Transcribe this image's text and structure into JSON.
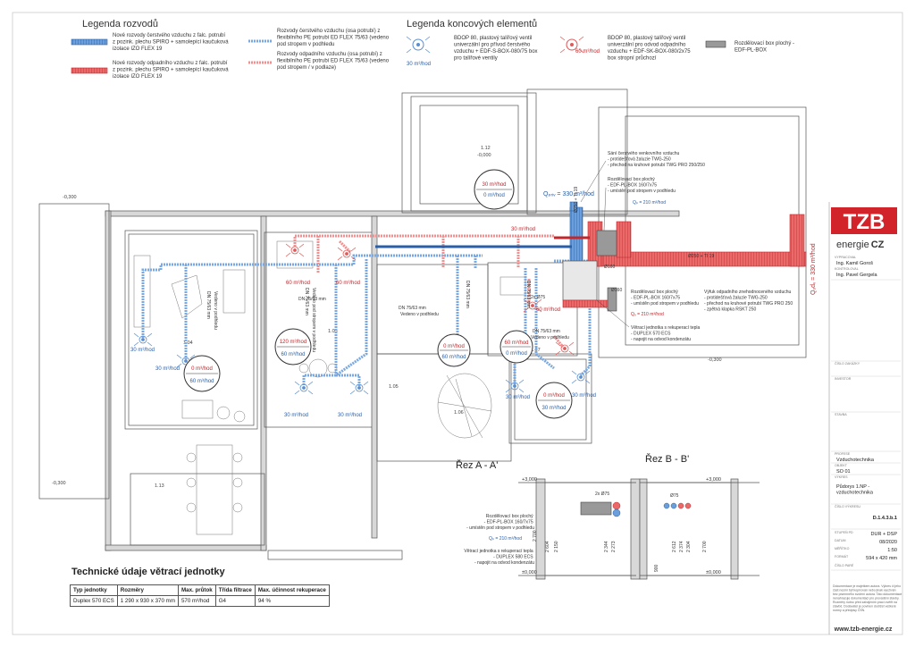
{
  "legend_distribution": {
    "title": "Legenda rozvodů",
    "items": [
      {
        "lines": [
          "Nové rozvody čerstvého vzduchu z falc. potrubí",
          "z pozink. plechu SPIRO + samolepící kaučuková",
          "izolace IZO FLEX 19"
        ]
      },
      {
        "lines": [
          "Nové rozvody odpadního vzduchu z falc. potrubí",
          "z pozink. plechu SPIRO + samolepící kaučuková",
          "izolace IZO FLEX 19"
        ]
      },
      {
        "lines": [
          "Rozvody čerstvého vzduchu (osa potrubí) z",
          "flexibilního PE potrubí ED FLEX 75/63 (vedeno",
          "pod stropem v podhledu"
        ]
      },
      {
        "lines": [
          "Rozvody odpadního vzduchu (osa potrubí) z",
          "flexibilního PE potrubí ED FLEX 75/63 (vedeno",
          "pod stropem / v podlaze)"
        ]
      }
    ]
  },
  "legend_end_elements": {
    "title": "Legenda koncových elementů",
    "items": [
      {
        "label": "30 m³/hod",
        "lines": [
          "BDOP 80, plastový talířový ventil",
          "univerzální pro přívod čerstvého",
          "vzduchu + EDF-S-BOX-080/75 box",
          "pro talířové ventily"
        ]
      },
      {
        "label": "60 m³/hod",
        "lines": [
          "BDOP 80, plastový talířový ventil",
          "univerzální pro odvod odpadního",
          "vzduchu + EDF-SK-BOX-080/2x75",
          "box stropní průchozí"
        ]
      },
      {
        "lines": [
          "Rozdělovací box plochý -",
          "EDF-PL-BOX"
        ]
      }
    ]
  },
  "rooms": [
    {
      "id": "1.04",
      "supply": "30 m³/hod",
      "exhaust": "0 m³/hod",
      "flow_label": "0 m³/hod",
      "flow_label2": "60 m³/hod"
    },
    {
      "id": "1.03",
      "exhaust": "120 m³/hod",
      "supply": "60 m³/hod"
    },
    {
      "id": "1.12",
      "level": "-0,000"
    },
    {
      "id": "1.13",
      "level": "-0,300"
    },
    {
      "id": "1.05"
    },
    {
      "id": "1.06"
    },
    {
      "id": "1.07"
    }
  ],
  "annotations": {
    "level_left": "-0,300",
    "level_left2": "-0,300",
    "level_right": "-0,300",
    "q_supply": "Qₚᵣᵢᵥ = 330 m³/hod",
    "q_exhaust": "Qₒdᵥ = 330 m³/hod",
    "intake": [
      "Sání čerstvého venkovního vzduchu",
      "- protidešťová žaluzie TWG-250",
      "- přechod na kruhové potrubí TWG PRO 250/250"
    ],
    "box_top": [
      "Rozdělovací box plochý",
      "- EDF-PL-BOX 160/7x75",
      "- umístěn pod stropem v podhledu"
    ],
    "box_top_flow": "Qₚ = 210 m³/hod",
    "box_right": [
      "Rozdělovací box plochý",
      "- EDF-PL-BOX 160/7x75",
      "- umístěn pod stropem v podhledu"
    ],
    "box_right_flow": "Qₒ = 210 m³/hod",
    "exhaust_out": [
      "Výfuk odpadního znehodnoceného vzduchu",
      "- protidešťová žaluzie TWG-250",
      "- přechod na kruhové potrubí TWG PRO 250",
      "- zpětná klapka RSKT 250"
    ],
    "unit_note": [
      "Větrací jednotka s rekuperací tepla",
      "- DUPLEX 570 ECS",
      "- napojit na odvod kondenzátu"
    ],
    "duct_phi": "Ø250 + TI 19",
    "duct_phi_v": "Ø250 + TI 19",
    "flow_30": "30 m³/hod",
    "flow_60": "60 m³/hod",
    "flow_0": "0 m³/hod",
    "dn_label": "DN 75/63 mm",
    "dn_sub": "Vedeno v podhledu",
    "dn_sub2": "Vedeno pod stropem v podhledu",
    "phi160": "Ø160",
    "twoxphi75": "2x Ø75"
  },
  "sections": {
    "a_title": "Řez A - A'",
    "b_title": "Řez B - B'",
    "a_levels": [
      "+3,000",
      "±0,000"
    ],
    "b_levels": [
      "+3,000",
      "±0,000"
    ],
    "a_dims": [
      "2 700",
      "2 604",
      "2 150",
      "2 344",
      "2 273"
    ],
    "b_dims": [
      "2 612",
      "2 374",
      "2 304",
      "2 700",
      "900"
    ],
    "a_note_box": [
      "Rozdělovací box plochý",
      "- EDF-PL-BOX 160/7x75",
      "- umístěn pod stropem v podhledu"
    ],
    "a_note_box_flow": "Qₚ = 210 m³/hod",
    "a_note_unit": [
      "Větrací jednotka s rekuperací tepla",
      "- DUPLEX 580 ECS",
      "- napojit na odvod kondenzátu"
    ],
    "b_phi": "Ø75",
    "a_phi": "2x Ø75"
  },
  "tech_table": {
    "title": "Technické údaje větrací jednotky",
    "headers": [
      "Typ jednotky",
      "Rozměry",
      "Max. průtok",
      "Třída filtrace",
      "Max. účinnost rekuperace"
    ],
    "rows": [
      [
        "Duplex 570 ECS",
        "1 290 x 930 x 370 mm",
        "570 m³/hod",
        "G4",
        "94 %"
      ]
    ]
  },
  "title_block": {
    "logo_main": "TZB",
    "logo_sub": "energie",
    "logo_cz": "CZ",
    "vypracoval_label": "VYPRACOVAL",
    "vypracoval": "Ing. Kamil Goroš",
    "kontroloval_label": "KONTROLOVAL",
    "kontroloval": "Ing. Pavel Gergela",
    "cislo_zakazky_label": "ČÍSLO ZAKÁZKY",
    "investor_label": "INVESTOR",
    "stavba_label": "STAVBA",
    "profese_label": "PROFESE",
    "profese": "Vzduchotechnika",
    "objekt_label": "OBJEKT",
    "objekt": "SO 01",
    "vykres_label": "VÝKRES",
    "vykres": [
      "Půdorys 1.NP -",
      "vzduchotechnika"
    ],
    "cislo_vykresu_label": "ČÍSLO VÝKRESU",
    "cislo_vykresu": "D.1.4.3.b.1",
    "stupen_label": "STUPEŇ PD",
    "stupen": "DUR + DSP",
    "datum_label": "DATUM",
    "datum": "08/2020",
    "meritko_label": "MĚŘÍTKO",
    "meritko": "1:50",
    "format_label": "FORMÁT",
    "format": "594 x 420 mm",
    "cislo_paré_label": "ČÍSLO PARÉ",
    "disclaimer": [
      "Dokumentace je majetkem autora. Výkres či jeho",
      "část nesmí být kopírován nebo jinak využíván",
      "bez písemného svolení autora. Tato dokumentace",
      "nenahrazuje dokumentaci pro provádění stavby.",
      "Rozměry nutno před zahájením prací ověřit na",
      "stavbě. Dodavatel je povinen dodržet veškeré",
      "normy a předpisy ČSN."
    ],
    "website": "www.tzb-energie.cz"
  },
  "colors": {
    "supply": "#5a8fd0",
    "supply_dark": "#2a5fa8",
    "exhaust": "#e05a5a",
    "exhaust_dark": "#c0282d",
    "logo_red": "#d2232a",
    "wall": "#555555"
  }
}
